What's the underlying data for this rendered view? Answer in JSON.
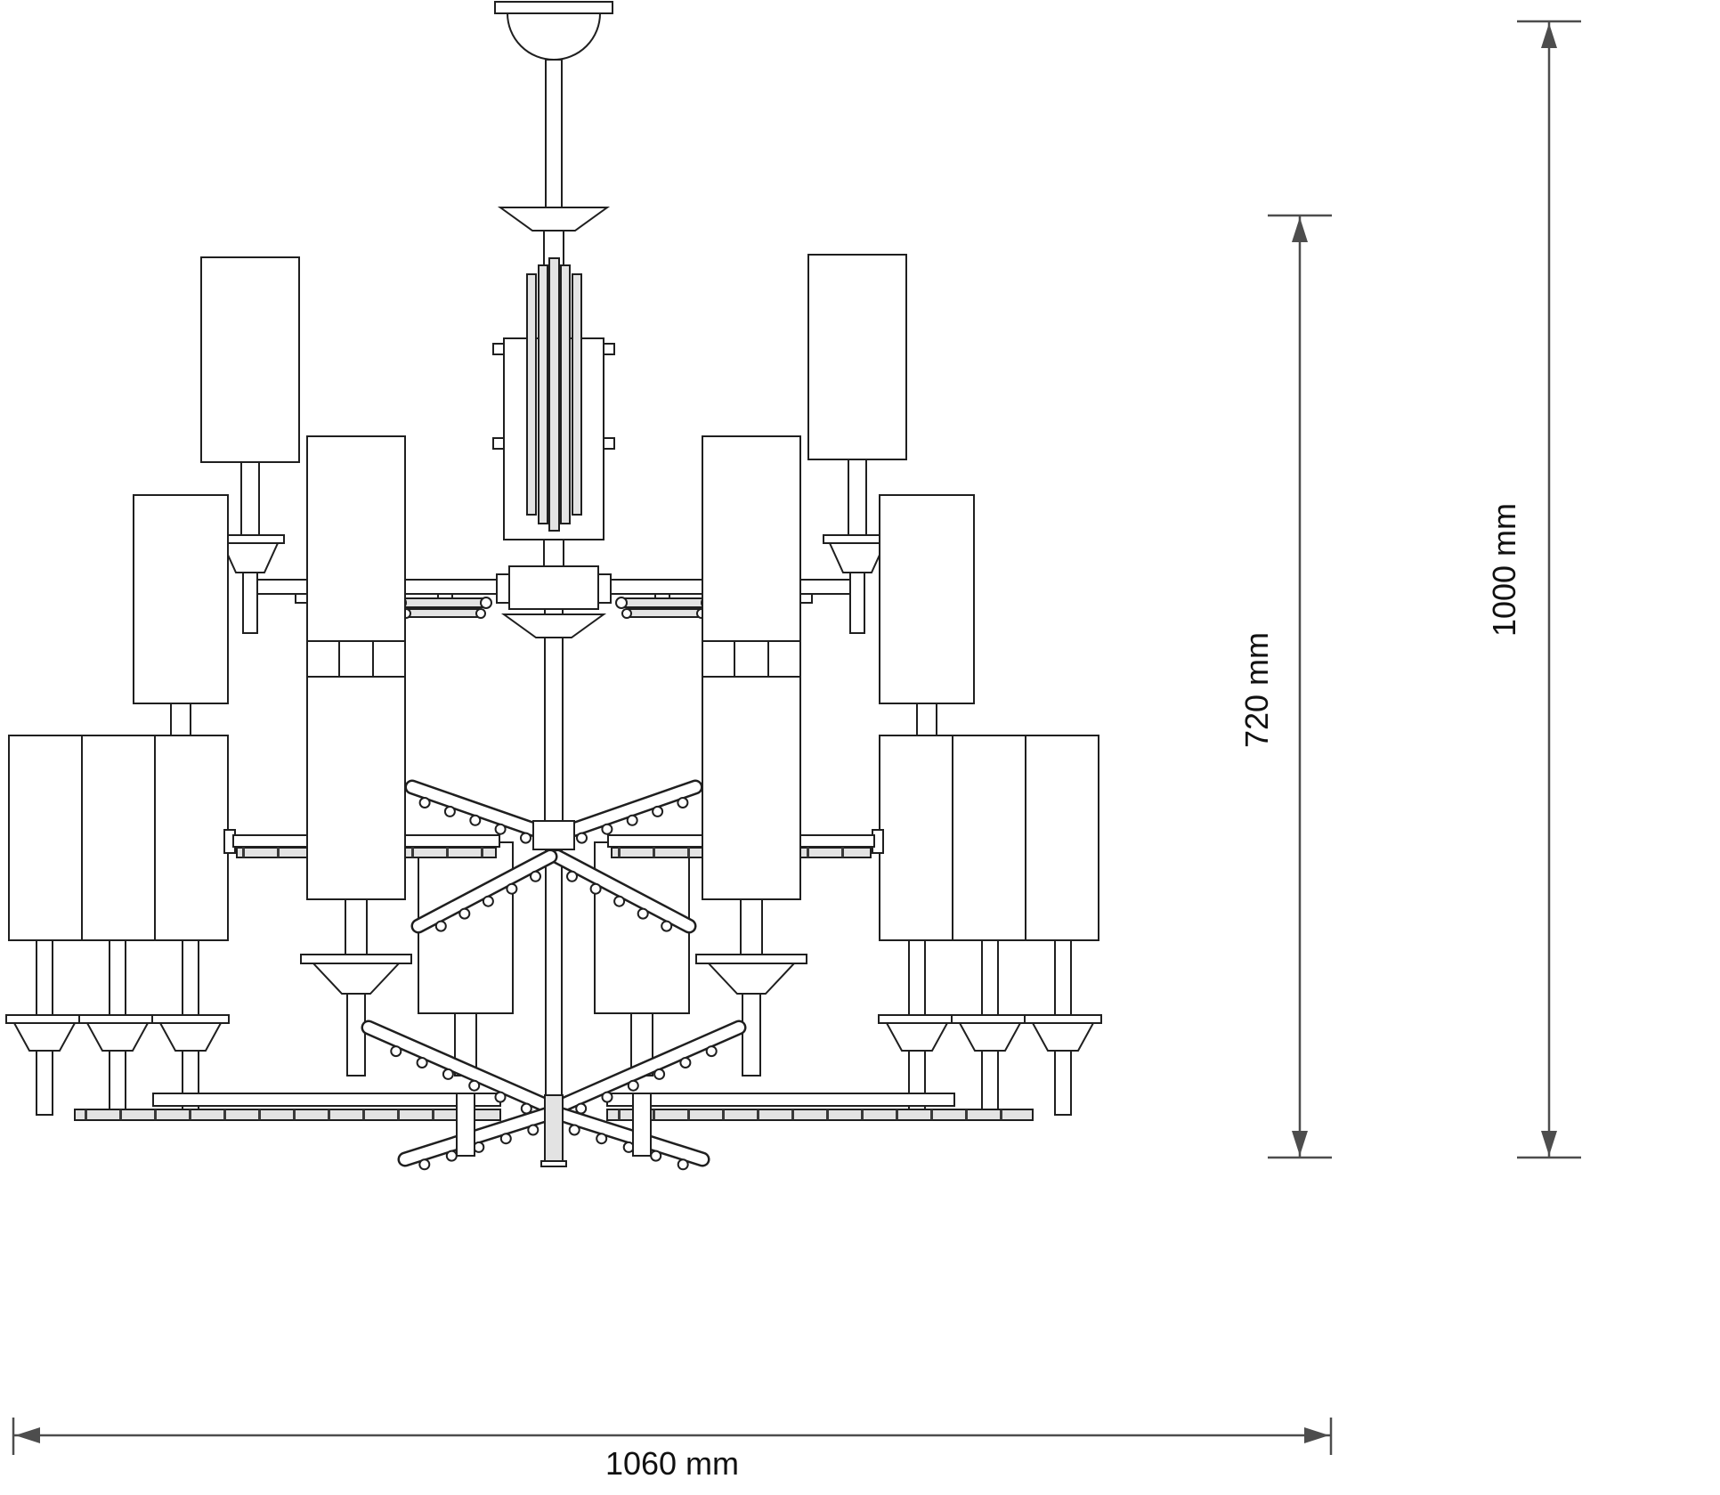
{
  "drawing": {
    "subject": "chandelier",
    "line_color": "#1f1f1f",
    "glass_fill": "#e3e3e3",
    "background": "#ffffff"
  },
  "dimensions": {
    "width": {
      "label": "1060 mm",
      "value": 1060,
      "unit": "mm"
    },
    "total_height": {
      "label": "1000 mm",
      "value": 1000,
      "unit": "mm"
    },
    "body_height": {
      "label": "720 mm",
      "value": 720,
      "unit": "mm"
    }
  }
}
